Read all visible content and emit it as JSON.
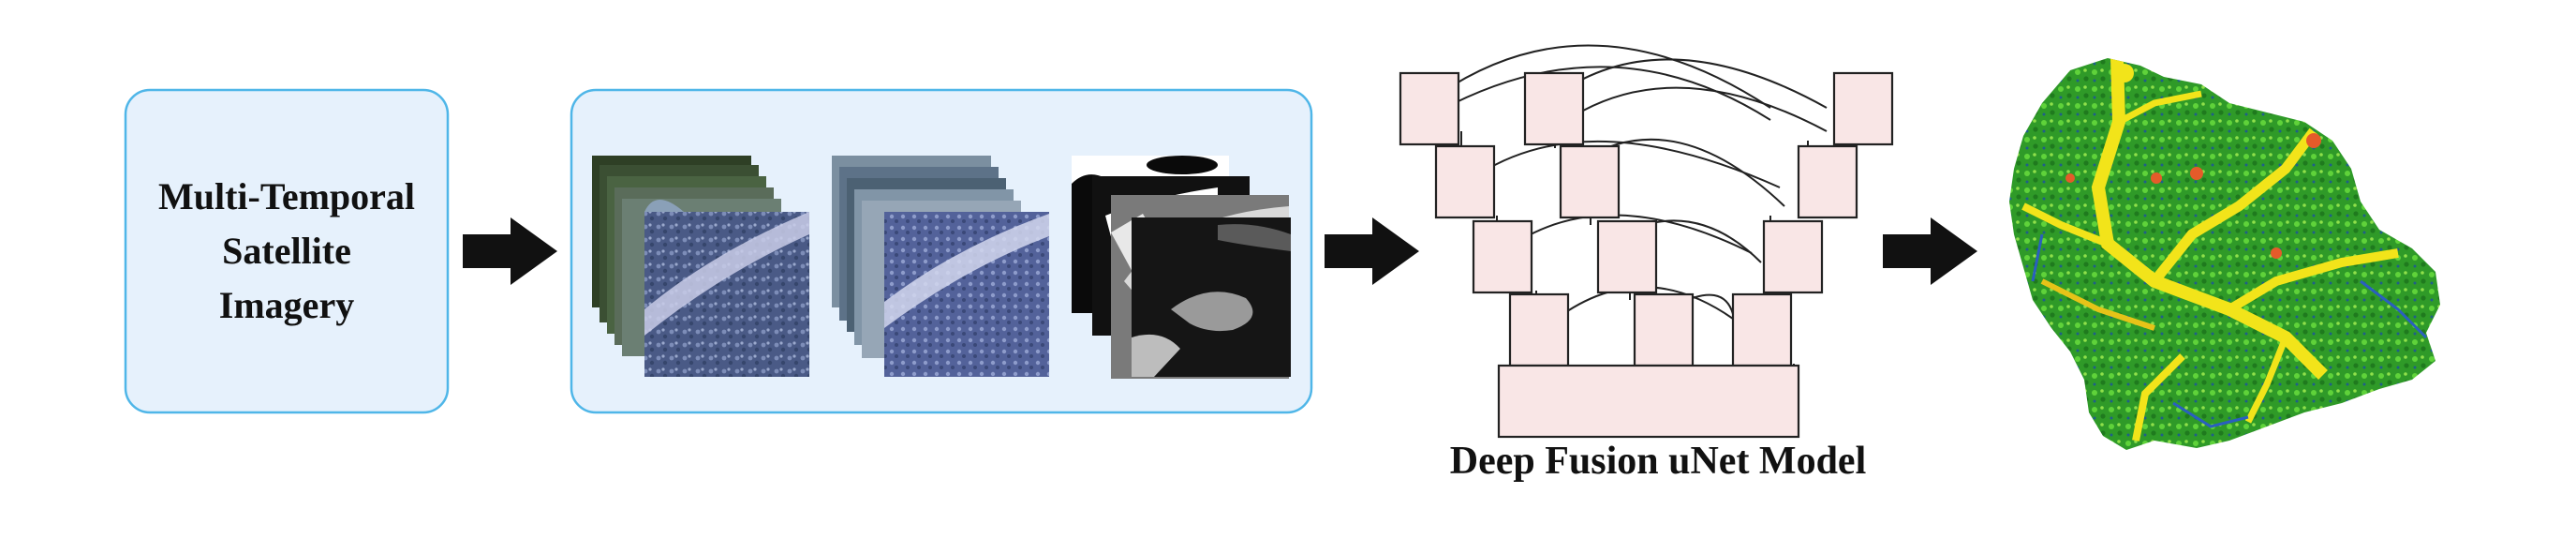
{
  "input_box": {
    "lines": [
      "Multi-Temporal",
      "Satellite",
      "Imagery"
    ]
  },
  "model": {
    "label": "Deep Fusion uNet Model"
  },
  "colors": {
    "panel_fill": "#e6f1fc",
    "panel_stroke": "#4fb6e8",
    "block_fill": "#f9e6e6",
    "block_stroke": "#222222",
    "arrow": "#111111",
    "map_green": "#3cb82c",
    "map_yellow": "#f2e41a"
  },
  "icons": [
    "right-arrow-icon",
    "satellite-image-stack-icon",
    "mask-stack-icon",
    "unet-icon",
    "classified-map-icon"
  ]
}
